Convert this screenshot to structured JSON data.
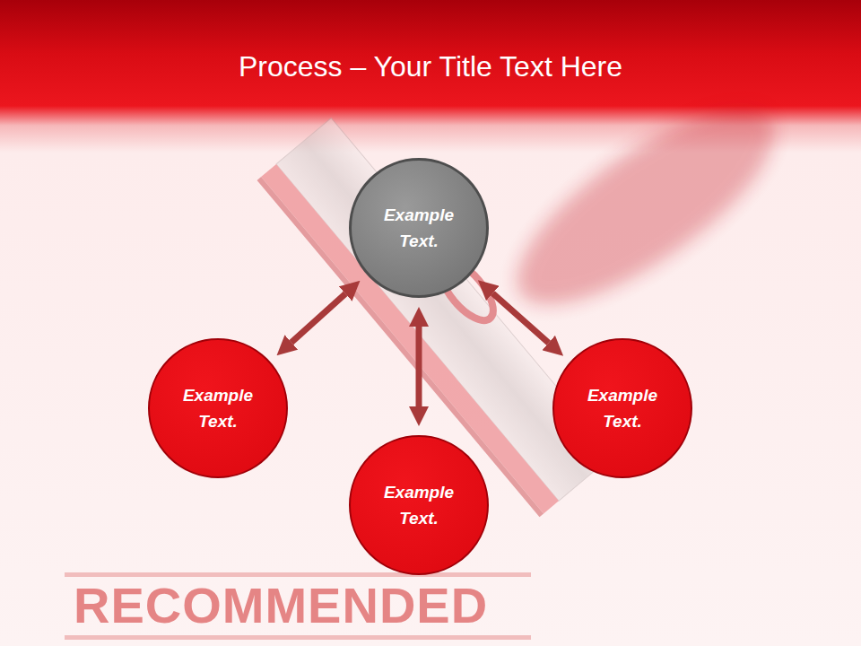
{
  "diagram": {
    "title": "Process – Your Title Text Here",
    "nodes": [
      {
        "text": [
          "Example Text."
        ]
      },
      {
        "text": [
          "Example Text."
        ]
      },
      {
        "text": [
          "Example Text."
        ]
      },
      {
        "text": [
          "Example Text."
        ]
      }
    ],
    "edges": [
      {
        "from": 0,
        "to": 1,
        "arrow": "both"
      },
      {
        "from": 0,
        "to": 2,
        "arrow": "both"
      },
      {
        "from": 0,
        "to": 3,
        "arrow": "both"
      }
    ],
    "labels": [
      "RECOMMENDED"
    ]
  }
}
